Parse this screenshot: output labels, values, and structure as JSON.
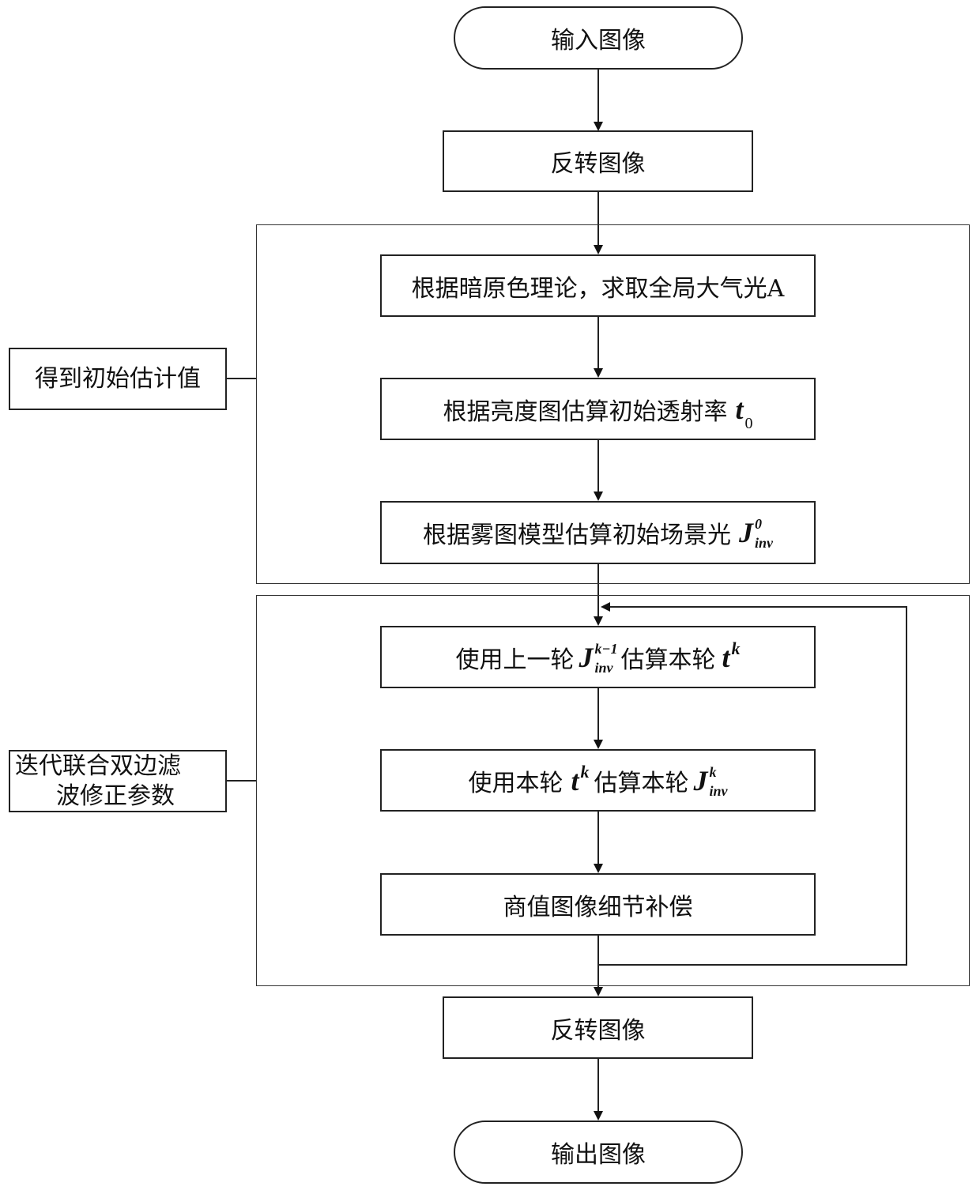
{
  "start": "输入图像",
  "invert1": "反转图像",
  "group1": {
    "label": "得到初始估计值",
    "step1": "根据暗原色理论，求取全局大气光A",
    "step2_text": "根据亮度图估算初始透射率",
    "step2_var": "t",
    "step2_sub": "0",
    "step3_text": "根据雾图模型估算初始场景光",
    "step3_var": "J",
    "step3_sup": "0",
    "step3_sub": "inv"
  },
  "group2": {
    "label_line1": "迭代联合双边滤",
    "label_line2": "波修正参数",
    "step4_pre": "使用上一轮",
    "step4_var": "J",
    "step4_sup": "k−1",
    "step4_sub": "inv",
    "step4_mid": "估算本轮",
    "step4_var2": "t",
    "step4_sup2": "k",
    "step5_pre": "使用本轮",
    "step5_var": "t",
    "step5_sup": "k",
    "step5_mid": "估算本轮",
    "step5_var2": "J",
    "step5_sup2": "k",
    "step5_sub2": "inv",
    "step6": "商值图像细节补偿"
  },
  "invert2": "反转图像",
  "end": "输出图像"
}
